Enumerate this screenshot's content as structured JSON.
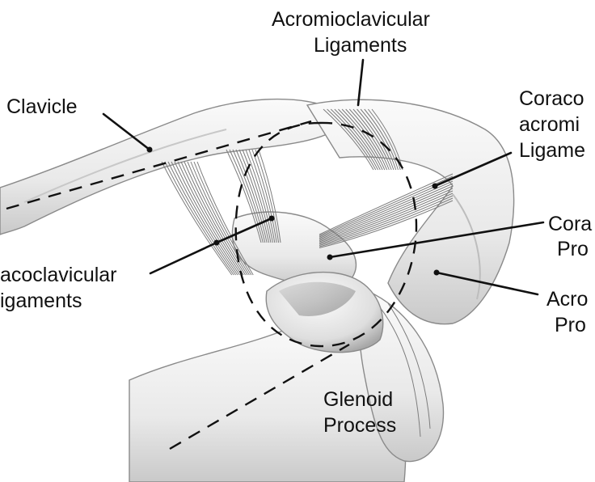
{
  "labels": {
    "acromioclavicular_line1": "Acromioclavicular",
    "acromioclavicular_line2": "Ligaments",
    "clavicle": "Clavicle",
    "coracoacromial_line1": "Coraco",
    "coracoacromial_line2": "acromi",
    "coracoacromial_line3": "Ligame",
    "coracoid_line1": "Cora",
    "coracoid_line2": "Pro",
    "coracoclavicular_line1": "acoclavicular",
    "coracoclavicular_line2": "igaments",
    "acromion_line1": "Acro",
    "acromion_line2": "Pro",
    "glenoid_line1": "Glenoid",
    "glenoid_line2": "Process"
  },
  "colors": {
    "ink": "#111111",
    "bone_fill": "#f1f1f1",
    "bone_shadow": "#bdbdbd",
    "bone_edge": "#8a8a8a",
    "ligament": "#7c7c7c"
  }
}
